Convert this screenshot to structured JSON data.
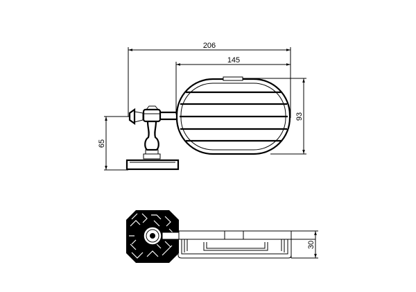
{
  "drawing": {
    "front_view": {
      "dimensions": {
        "overall_width": "206",
        "basket_width": "145",
        "basket_height": "93",
        "mount_height": "65"
      }
    },
    "bottom_view": {
      "dimensions": {
        "depth": "30"
      }
    },
    "colors": {
      "line": "#000000",
      "background": "#ffffff"
    }
  }
}
